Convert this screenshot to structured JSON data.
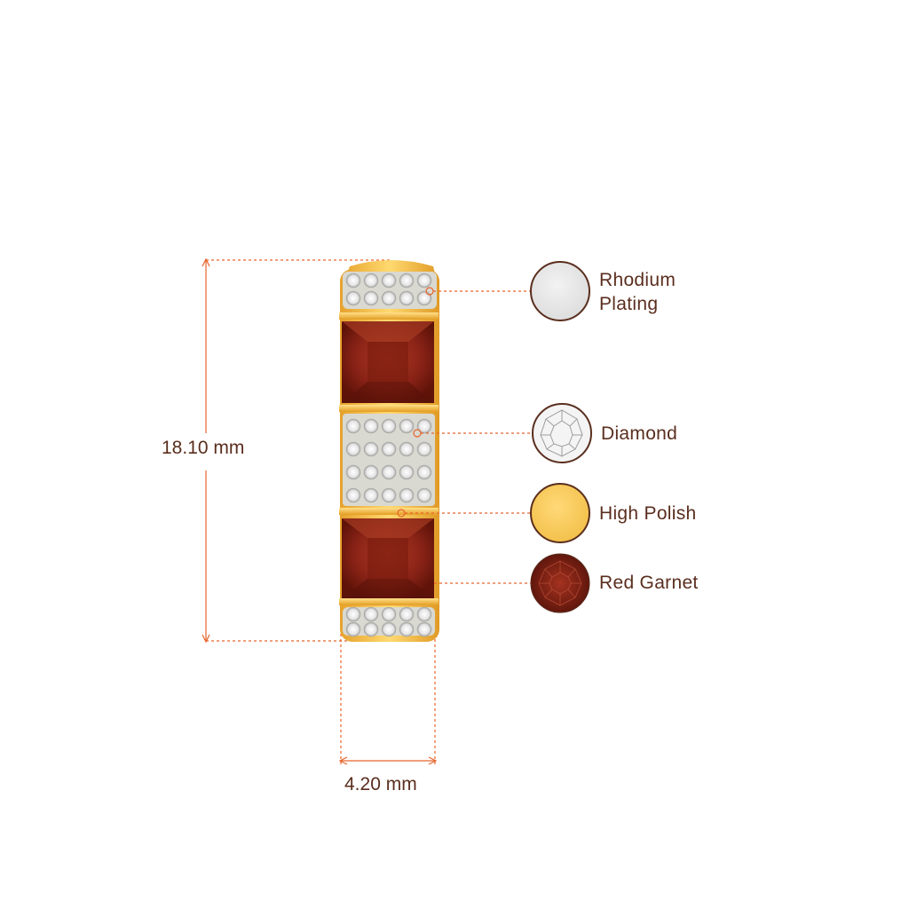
{
  "dimensions": {
    "height_label": "18.10 mm",
    "width_label": "4.20 mm",
    "accent_color": "#e8642c"
  },
  "materials": [
    {
      "label": "Rhodium\nPlating",
      "swatch": "rhodium",
      "color": "#e6e6e6"
    },
    {
      "label": "Diamond",
      "swatch": "diamond",
      "color": "#f4f4f4"
    },
    {
      "label": "High Polish",
      "swatch": "gold",
      "color": "#f8cd5e"
    },
    {
      "label": "Red Garnet",
      "swatch": "garnet",
      "color": "#7a1d14"
    }
  ],
  "colors": {
    "text": "#5a2e1e",
    "gold": "#f2b63c",
    "garnet": "#8a2518",
    "swatch_border": "#5a2e1e"
  }
}
